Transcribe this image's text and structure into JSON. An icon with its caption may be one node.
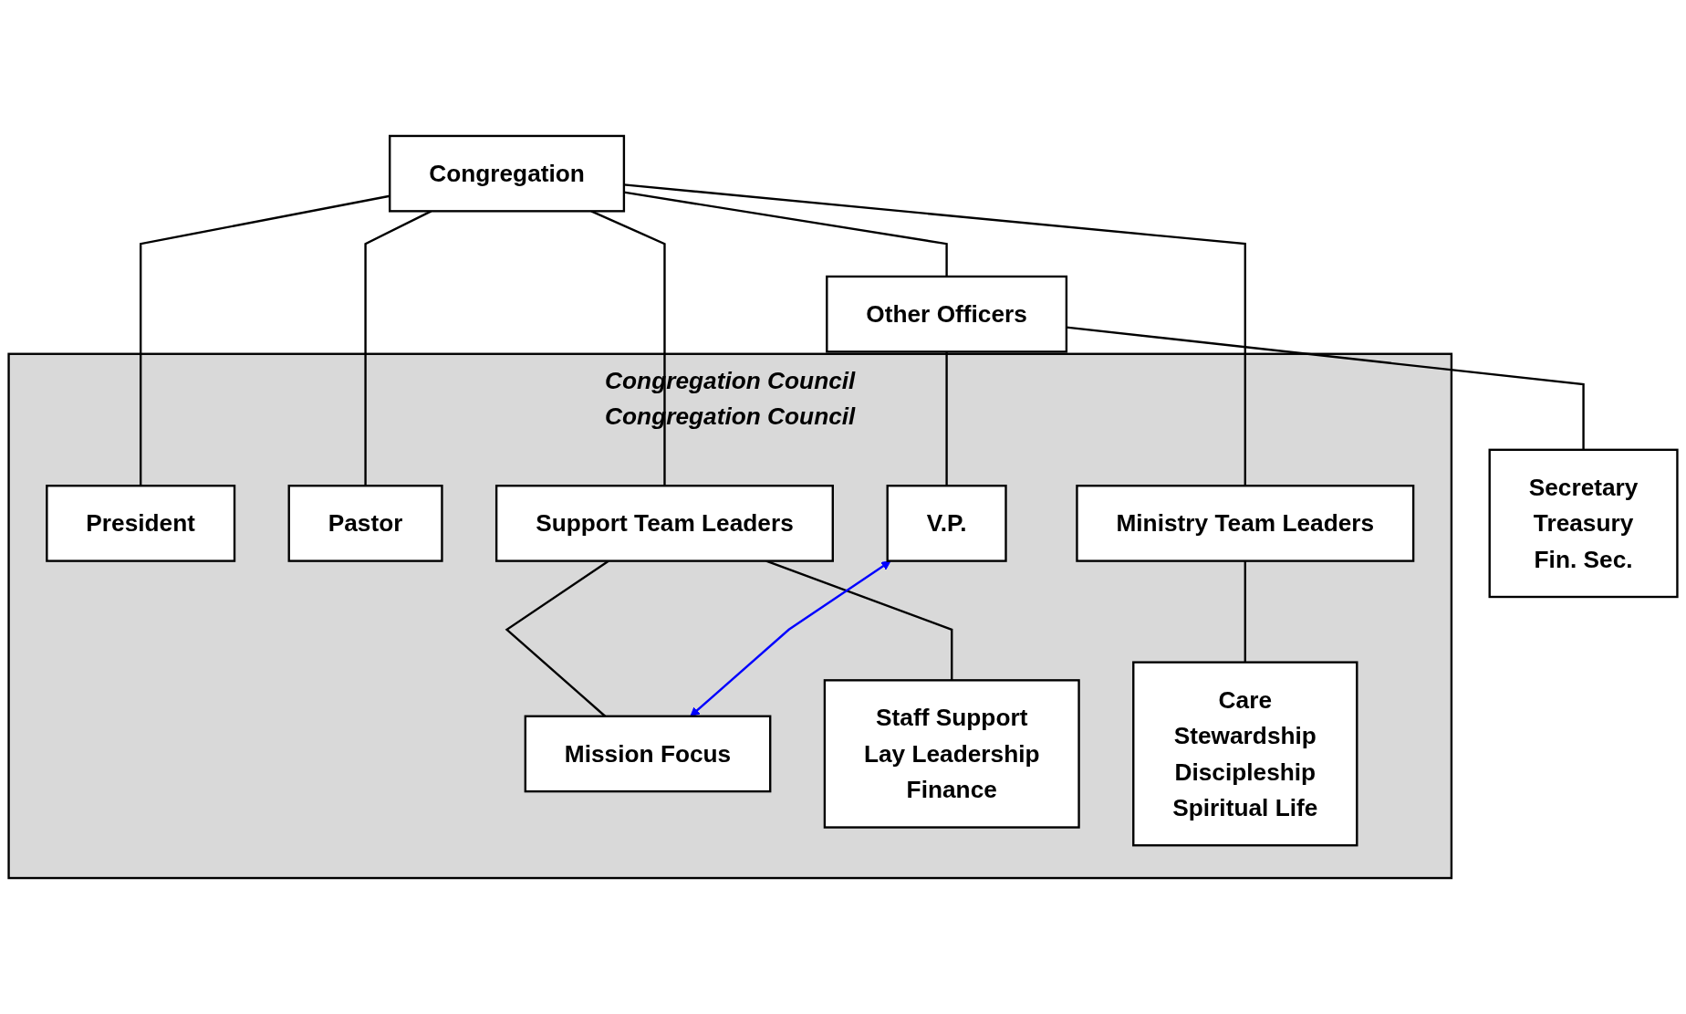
{
  "diagram": {
    "nodes": [
      {
        "text": [
          "Congregation"
        ]
      },
      {
        "text": [
          "Congregation Council",
          "Congregation Council"
        ]
      },
      {
        "text": [
          "President"
        ],
        "in": 1
      },
      {
        "text": [
          "Pastor"
        ],
        "in": 1
      },
      {
        "text": [
          "Other Officers"
        ]
      },
      {
        "text": [
          "Support Team Leaders"
        ],
        "in": 1
      },
      {
        "text": [
          "Ministry Team Leaders"
        ],
        "in": 1
      },
      {
        "text": [
          "Secretary",
          "Treasury",
          "Fin. Sec."
        ]
      },
      {
        "text": [
          "V.P."
        ],
        "in": 1
      },
      {
        "text": [
          "Mission Focus"
        ],
        "in": 1
      },
      {
        "text": [
          "Staff Support",
          "Lay Leadership",
          "Finance"
        ],
        "in": 1
      },
      {
        "text": [
          "Care",
          "Stewardship",
          "Discipleship",
          "Spiritual Life"
        ],
        "in": 1
      }
    ],
    "edges": [
      {
        "from": 0,
        "to": 2,
        "arrow": "none"
      },
      {
        "from": 0,
        "to": 3,
        "arrow": "none"
      },
      {
        "from": 0,
        "to": 4,
        "arrow": "none"
      },
      {
        "from": 0,
        "to": 5,
        "arrow": "none"
      },
      {
        "from": 0,
        "to": 6,
        "arrow": "none"
      },
      {
        "from": 4,
        "to": 7,
        "arrow": "none"
      },
      {
        "from": 4,
        "to": 8,
        "arrow": "none"
      },
      {
        "from": 5,
        "to": 9,
        "arrow": "none"
      },
      {
        "from": 5,
        "to": 10,
        "arrow": "none"
      },
      {
        "from": 6,
        "to": 11,
        "arrow": "none"
      },
      {
        "from": 8,
        "to": 9,
        "arrow": "both",
        "color": "#0000ff"
      }
    ]
  }
}
